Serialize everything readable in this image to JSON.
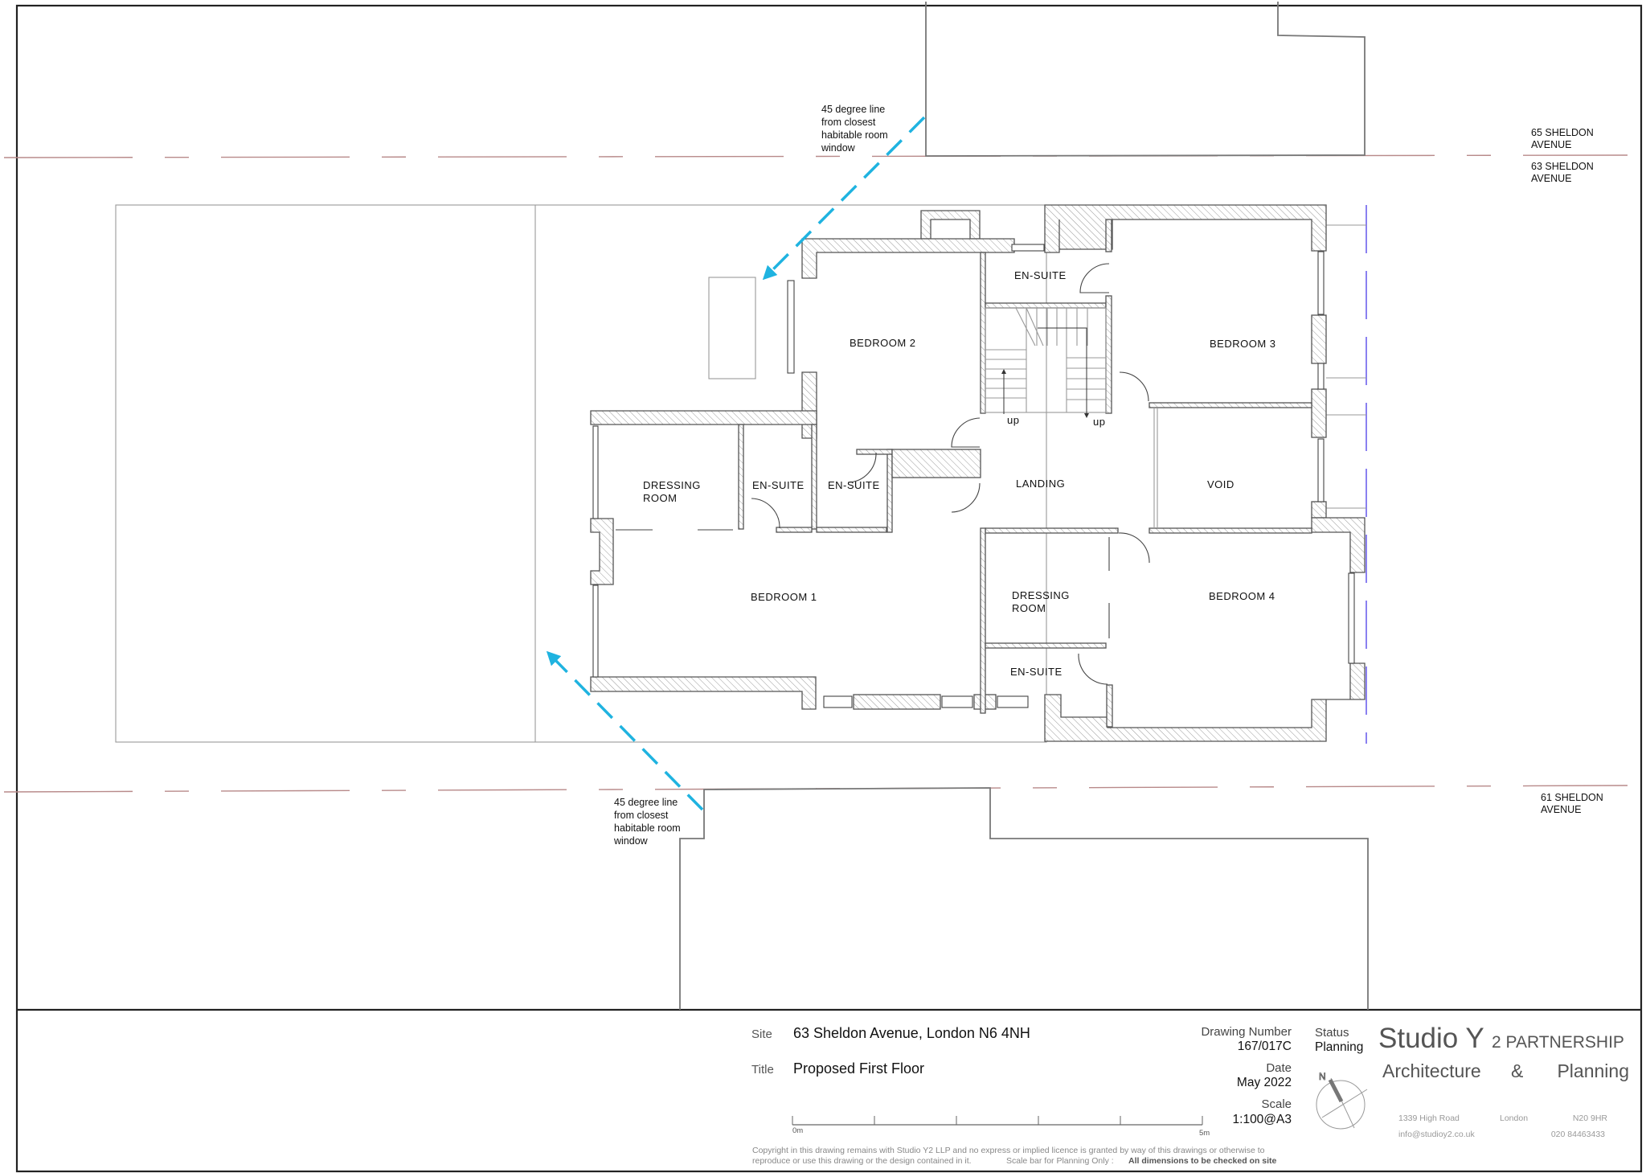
{
  "drawing": {
    "rooms": [
      {
        "id": "bedroom-2",
        "label": "BEDROOM 2"
      },
      {
        "id": "en-suite-top",
        "label": "EN-SUITE"
      },
      {
        "id": "bedroom-3",
        "label": "BEDROOM 3"
      },
      {
        "id": "dressing-room-1",
        "label_line1": "DRESSING",
        "label_line2": "ROOM"
      },
      {
        "id": "en-suite-left",
        "label": "EN-SUITE"
      },
      {
        "id": "en-suite-mid",
        "label": "EN-SUITE"
      },
      {
        "id": "landing",
        "label": "LANDING"
      },
      {
        "id": "void",
        "label": "VOID"
      },
      {
        "id": "bedroom-1",
        "label": "BEDROOM 1"
      },
      {
        "id": "dressing-room-2",
        "label_line1": "DRESSING",
        "label_line2": "ROOM"
      },
      {
        "id": "bedroom-4",
        "label": "BEDROOM 4"
      },
      {
        "id": "en-suite-bottom",
        "label": "EN-SUITE"
      }
    ],
    "stairs": {
      "up_left": "up",
      "up_right": "up"
    },
    "annotations": {
      "top_45": [
        "45 degree line",
        "from closest",
        "habitable room",
        "window"
      ],
      "bottom_45": [
        "45 degree line",
        "from closest",
        "habitable room",
        "window"
      ]
    },
    "neighbours": {
      "n65": [
        "65 SHELDON",
        "AVENUE"
      ],
      "n63": [
        "63 SHELDON",
        "AVENUE"
      ],
      "n61": [
        "61 SHELDON",
        "AVENUE"
      ]
    },
    "colors": {
      "sight_line": "#1fb3e0",
      "boundary": "#b88a8a",
      "building_line": "#8a80f0"
    }
  },
  "title_block": {
    "site_label": "Site",
    "site_value": "63 Sheldon Avenue, London N6 4NH",
    "title_label": "Title",
    "title_value": "Proposed First Floor",
    "drawing_number_label": "Drawing Number",
    "drawing_number_value": "167/017C",
    "date_label": "Date",
    "date_value": "May 2022",
    "scale_label": "Scale",
    "scale_value": "1:100@A3",
    "status_label": "Status",
    "status_value": "Planning",
    "scale_bar": {
      "start": "0m",
      "end": "5m",
      "divisions": 5
    },
    "copyright_line1": "Copyright in this drawing remains with Studio Y2 LLP  and no express or implied licence is granted by way of this drawings or otherwise to",
    "copyright_line2a": "reproduce or use this drawing or the design contained in it.",
    "copyright_line2b": "Scale bar for Planning Only  :",
    "copyright_line2c": "All dimensions to be checked on site",
    "north_label": "N"
  },
  "brand": {
    "name_main": "Studio Y",
    "name_sub": "2 PARTNERSHIP",
    "tagline_a": "Architecture",
    "tagline_amp": "&",
    "tagline_b": "Planning",
    "address_street": "1339 High Road",
    "address_city": "London",
    "address_postcode": "N20 9HR",
    "email": "info@studioy2.co.uk",
    "phone": "020 84463433"
  }
}
